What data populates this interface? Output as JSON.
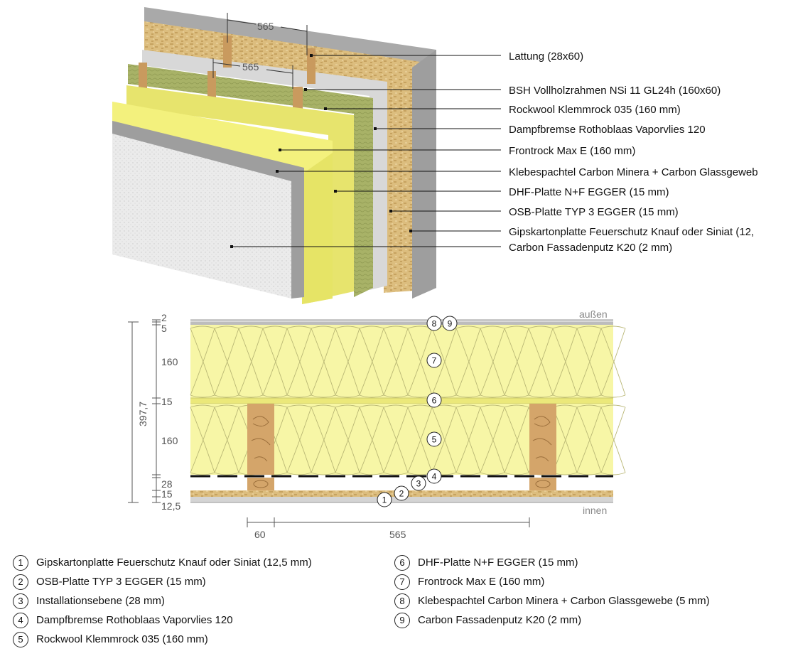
{
  "callouts": [
    "Lattung (28x60)",
    "BSH Vollholzrahmen NSi 11 GL24h (160x60)",
    "Rockwool Klemmrock 035 (160 mm)",
    "Dampfbremse Rothoblaas Vaporvlies 120",
    "Frontrock Max E (160 mm)",
    "Klebespachtel Carbon Minera + Carbon Glassgeweb",
    "DHF-Platte N+F EGGER (15 mm)",
    "OSB-Platte TYP 3 EGGER (15 mm)",
    "Gipskartonplatte Feuerschutz Knauf oder Siniat (12,",
    "Carbon Fassadenputz K20 (2 mm)"
  ],
  "iso_dims": {
    "top": "565",
    "lower": "565"
  },
  "section": {
    "outside": "außen",
    "inside": "innen",
    "total": "397,7",
    "layer_dims": [
      "2",
      "5",
      "160",
      "15",
      "160",
      "28",
      "15",
      "12,5"
    ],
    "bottom_dims": [
      "60",
      "565"
    ],
    "markers": [
      "1",
      "2",
      "3",
      "4",
      "5",
      "6",
      "7",
      "8",
      "9"
    ]
  },
  "legend_left": [
    {
      "n": "1",
      "text": "Gipskartonplatte Feuerschutz Knauf oder Siniat (12,5 mm)"
    },
    {
      "n": "2",
      "text": "OSB-Platte TYP 3 EGGER (15 mm)"
    },
    {
      "n": "3",
      "text": "Installationsebene (28 mm)"
    },
    {
      "n": "4",
      "text": "Dampfbremse Rothoblaas Vaporvlies 120"
    },
    {
      "n": "5",
      "text": "Rockwool Klemmrock 035 (160 mm)"
    }
  ],
  "legend_right": [
    {
      "n": "6",
      "text": "DHF-Platte N+F EGGER (15 mm)"
    },
    {
      "n": "7",
      "text": "Frontrock Max E (160 mm)"
    },
    {
      "n": "8",
      "text": "Klebespachtel Carbon Minera + Carbon Glassgewebe (5 mm)"
    },
    {
      "n": "9",
      "text": "Carbon Fassadenputz K20 (2 mm)"
    }
  ],
  "colors": {
    "osb": "#d9b877",
    "wood": "#c99a5e",
    "rockwool": "#a9b36a",
    "frontrock": "#f2f07a",
    "plaster": "#e9e9e9",
    "gypsum": "#a8a8a8",
    "vapour": "#cfcfcf"
  }
}
